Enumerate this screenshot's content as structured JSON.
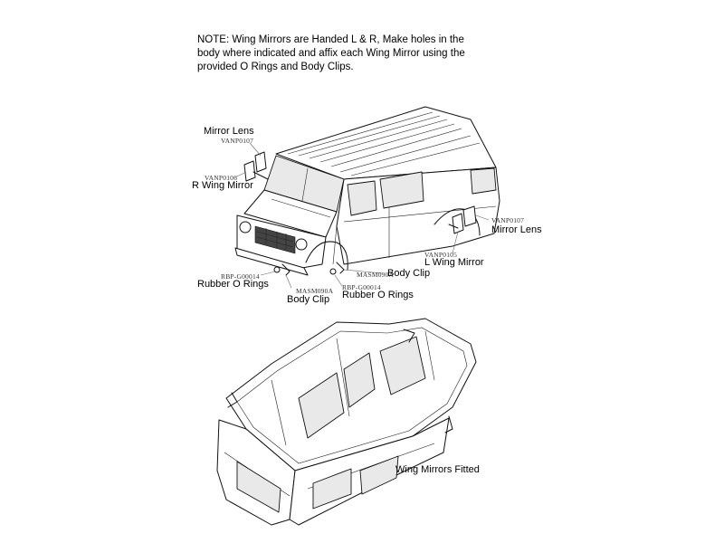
{
  "note": "NOTE: Wing Mirrors are Handed L & R, Make holes in the body where indicated and affix each Wing Mirror using the provided O Rings and Body Clips.",
  "labels": {
    "mirror_lens_left": "Mirror Lens",
    "code_lens_left": "VANP0107",
    "code_r_mirror": "VANP0106",
    "r_wing_mirror": "R Wing Mirror",
    "code_lens_right": "VANP0107",
    "mirror_lens_right": "Mirror Lens",
    "code_l_mirror": "VANP0105",
    "l_wing_mirror": "L Wing Mirror",
    "code_oring_left": "RBP-G00014",
    "rubber_o_rings_left": "Rubber O Rings",
    "code_clip_left": "MASM090A",
    "body_clip_left": "Body Clip",
    "code_clip_right": "MASM090A",
    "body_clip_right": "Body Clip",
    "code_oring_right": "RBP-G00014",
    "rubber_o_rings_right": "Rubber O Rings",
    "wing_mirrors_fitted": "Wing Mirrors Fitted"
  }
}
